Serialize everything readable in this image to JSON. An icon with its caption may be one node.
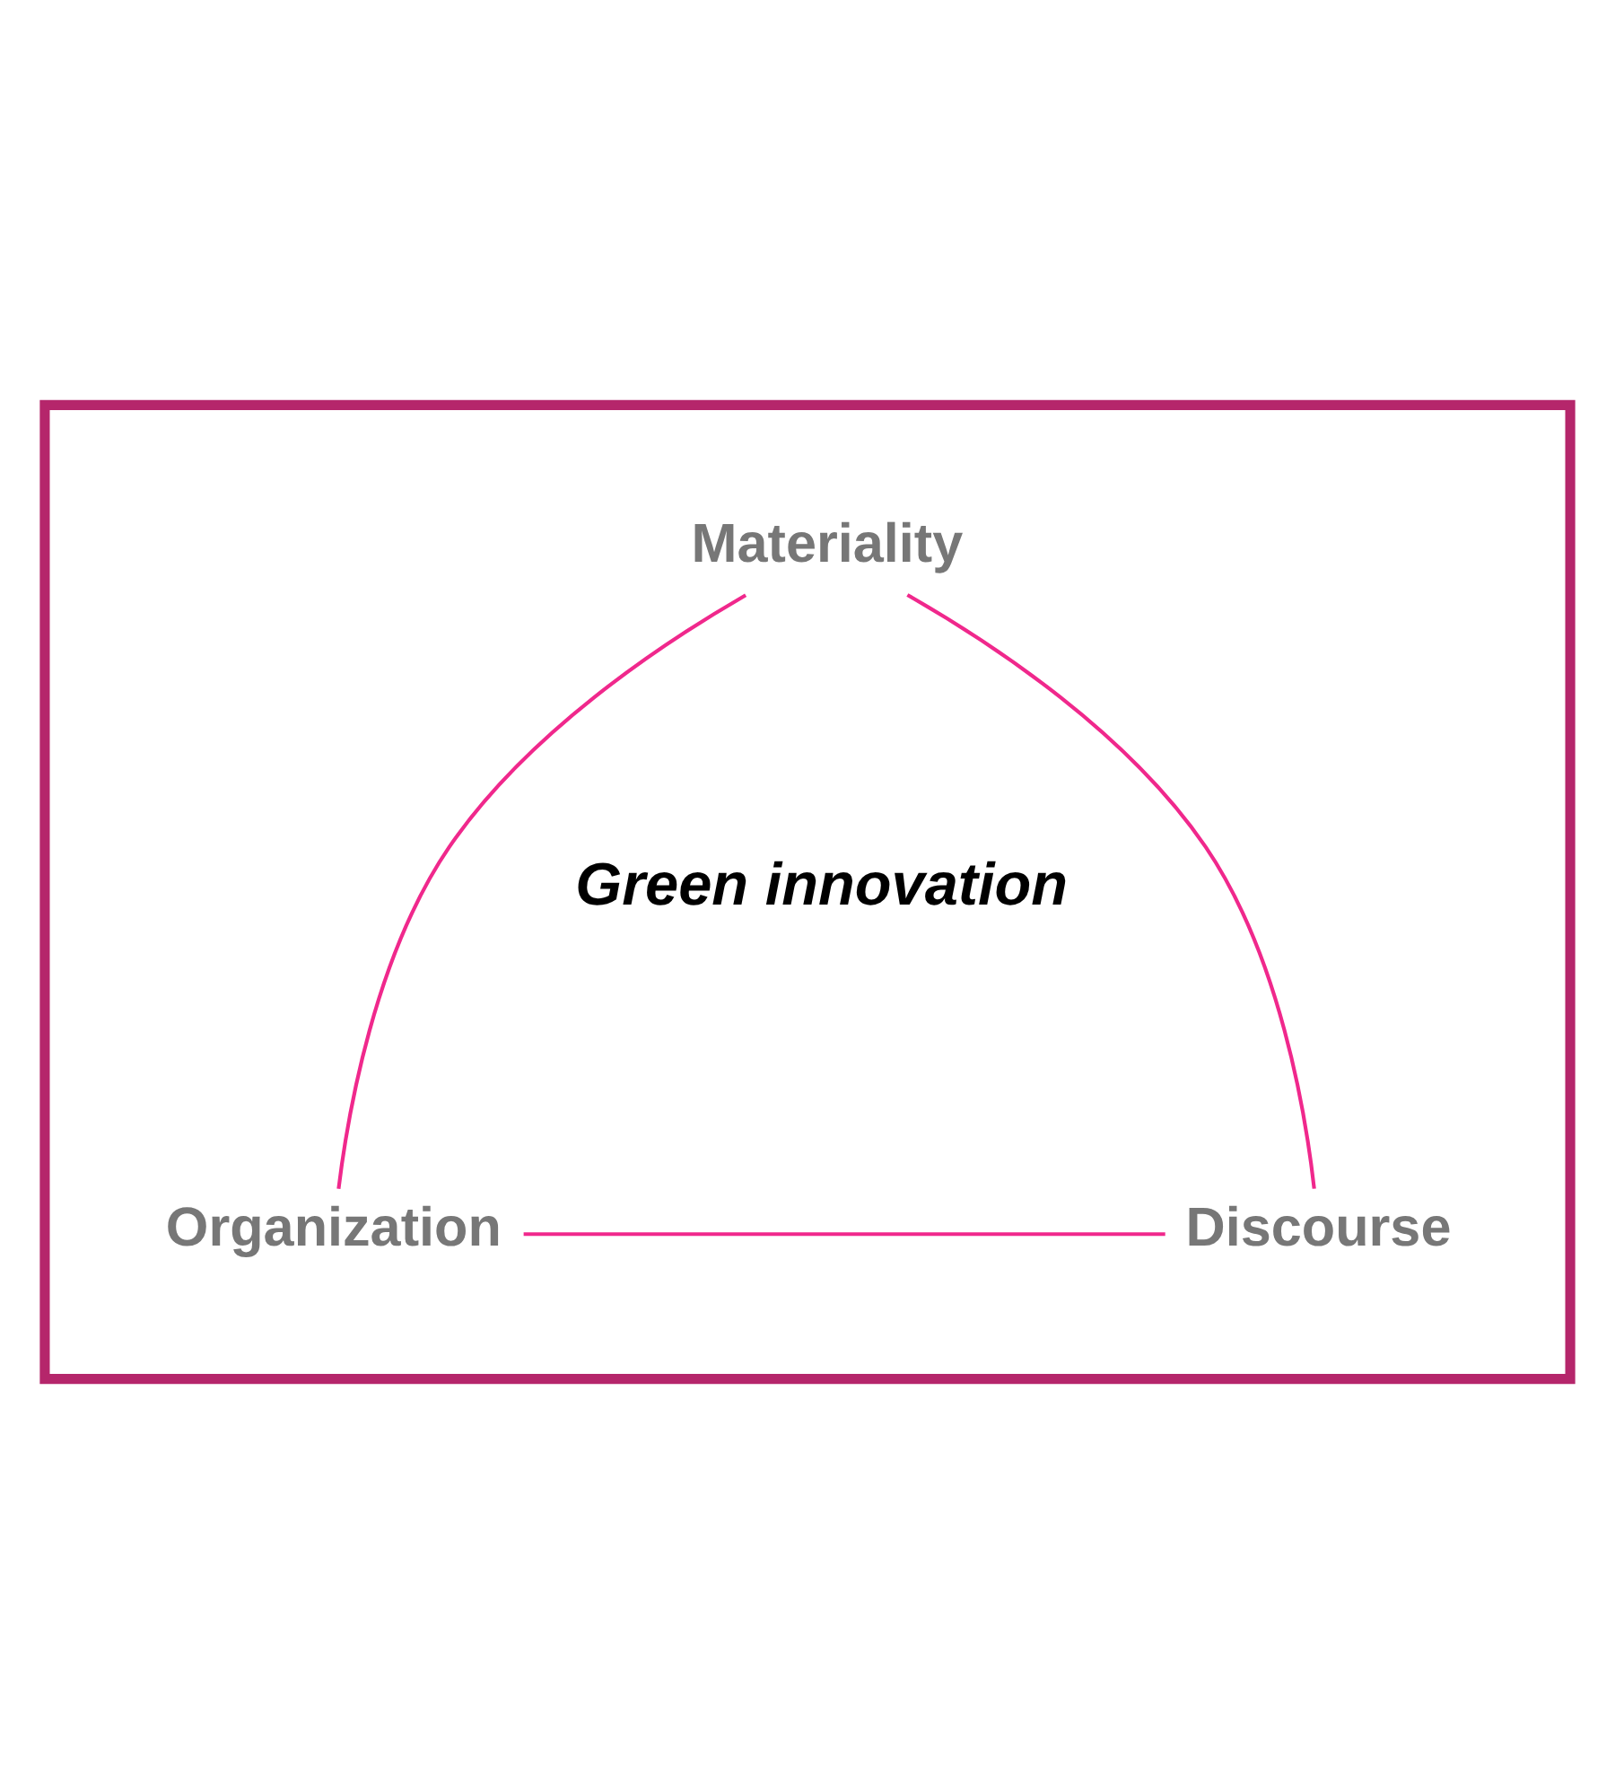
{
  "diagram": {
    "nodes": [
      {
        "text": [],
        "shape": "triangle"
      },
      {
        "text": [
          "Materiality"
        ],
        "in": 0
      },
      {
        "text": [
          "Organization"
        ],
        "in": 0
      },
      {
        "text": [
          "Discourse"
        ],
        "in": 0
      }
    ],
    "edges": [
      {
        "from": 1,
        "to": 2,
        "arrow": "none"
      },
      {
        "from": 1,
        "to": 3,
        "arrow": "none"
      },
      {
        "from": 2,
        "to": 3,
        "arrow": "none"
      }
    ],
    "labels": [
      "Green innovation"
    ]
  }
}
